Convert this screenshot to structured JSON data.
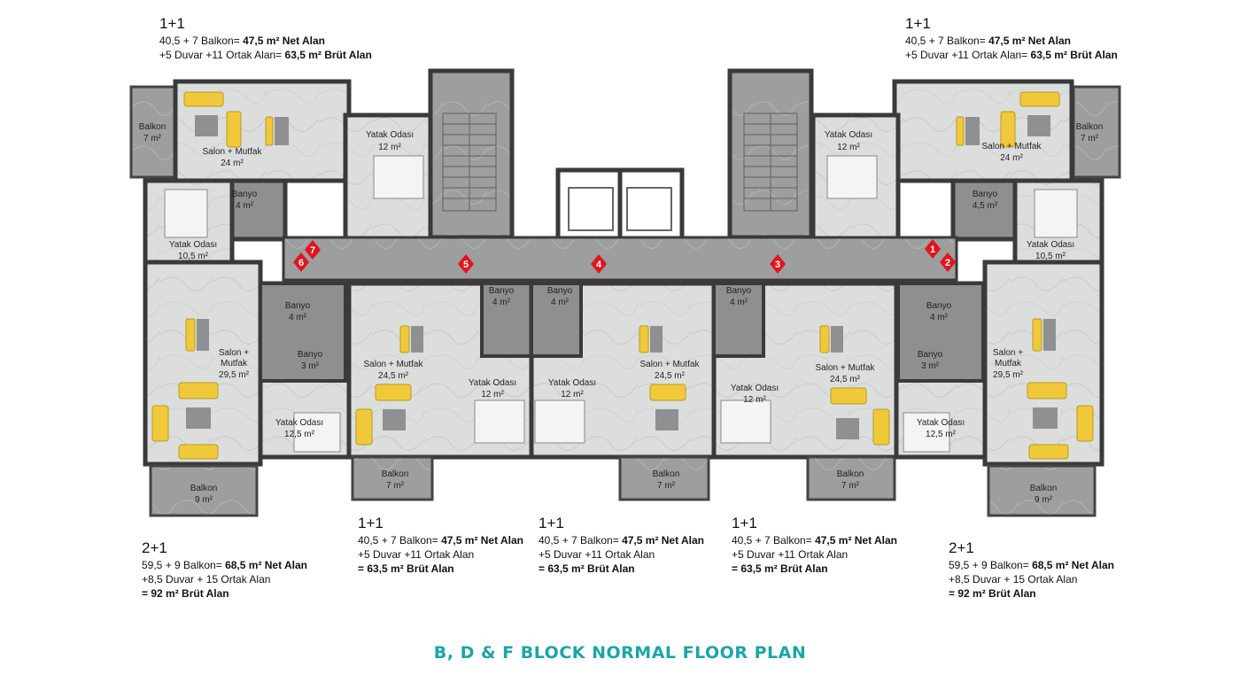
{
  "units": {
    "top_left": {
      "type": "1+1",
      "l1a": "40,5 + 7 Balkon= ",
      "l1b": "47,5 m² Net Alan",
      "l2a": "+5 Duvar +11 Ortak Alan= ",
      "l2b": "63,5 m² Brüt Alan"
    },
    "top_right": {
      "type": "1+1",
      "l1a": "40,5 + 7 Balkon= ",
      "l1b": "47,5 m² Net Alan",
      "l2a": "+5 Duvar +11 Ortak Alan= ",
      "l2b": "63,5 m² Brüt Alan"
    },
    "bottom_left": {
      "type": "2+1",
      "l1a": "59,5 + 9 Balkon= ",
      "l1b": "68,5 m² Net Alan",
      "l2": "+8,5 Duvar + 15 Ortak Alan",
      "l3": "= 92 m² Brüt Alan"
    },
    "bottom_mid1": {
      "type": "1+1",
      "l1a": "40,5 + 7 Balkon= ",
      "l1b": "47,5 m² Net Alan",
      "l2": "+5 Duvar +11 Ortak Alan",
      "l3": "= 63,5 m² Brüt Alan"
    },
    "bottom_mid2": {
      "type": "1+1",
      "l1a": "40,5 + 7 Balkon= ",
      "l1b": "47,5 m² Net Alan",
      "l2": "+5 Duvar +11 Ortak Alan",
      "l3": "= 63,5 m² Brüt Alan"
    },
    "bottom_mid3": {
      "type": "1+1",
      "l1a": "40,5 + 7 Balkon= ",
      "l1b": "47,5 m² Net Alan",
      "l2": "+5 Duvar +11 Ortak Alan",
      "l3": "= 63,5 m² Brüt Alan"
    },
    "bottom_right": {
      "type": "2+1",
      "l1a": "59,5 + 9 Balkon= ",
      "l1b": "68,5 m² Net Alan",
      "l2": "+8,5 Duvar + 15 Ortak Alan",
      "l3": "= 92 m² Brüt Alan"
    }
  },
  "rooms": {
    "tl_balkon": {
      "name": "Balkon",
      "area": "7 m²"
    },
    "tl_salon": {
      "name": "Salon + Mutfak",
      "area": "24 m²"
    },
    "tl_yatak": {
      "name": "Yatak Odası",
      "area": "12 m²"
    },
    "tl_banyo": {
      "name": "Banyo",
      "area": "4 m²"
    },
    "tr_balkon": {
      "name": "Balkon",
      "area": "7 m²"
    },
    "tr_salon": {
      "name": "Salon + Mutfak",
      "area": "24 m²"
    },
    "tr_yatak": {
      "name": "Yatak Odası",
      "area": "12 m²"
    },
    "tr_banyo": {
      "name": "Banyo",
      "area": "4,5 m²"
    },
    "l_yatak": {
      "name": "Yatak Odası",
      "area": "10,5 m²"
    },
    "r_yatak": {
      "name": "Yatak Odası",
      "area": "10,5 m²"
    },
    "bl_salon_1": "Salon +",
    "bl_salon_2": "Mutfak",
    "bl_salon_area": "29,5 m²",
    "bl_banyo1": {
      "name": "Banyo",
      "area": "4 m²"
    },
    "bl_banyo2": {
      "name": "Banyo",
      "area": "3 m²"
    },
    "bl_yatak": {
      "name": "Yatak Odası",
      "area": "12,5 m²"
    },
    "bl_balkon": {
      "name": "Balkon",
      "area": "9 m²"
    },
    "m1_salon": {
      "name": "Salon + Mutfak",
      "area": "24,5 m²"
    },
    "m1_balkon": {
      "name": "Balkon",
      "area": "7 m²"
    },
    "m1_banyo": {
      "name": "Banyo",
      "area": "4 m²"
    },
    "m1_yatak": {
      "name": "Yatak Odası",
      "area": "12 m²"
    },
    "m2_banyo": {
      "name": "Banyo",
      "area": "4 m²"
    },
    "m2_yatak": {
      "name": "Yatak Odası",
      "area": "12 m²"
    },
    "m2_salon": {
      "name": "Salon + Mutfak",
      "area": "24,5 m²"
    },
    "m2_balkon": {
      "name": "Balkon",
      "area": "7 m²"
    },
    "m3_banyo": {
      "name": "Banyo",
      "area": "4 m²"
    },
    "m3_yatak": {
      "name": "Yatak Odası",
      "area": "12 m²"
    },
    "m3_salon": {
      "name": "Salon + Mutfak",
      "area": "24,5 m²"
    },
    "m3_balkon": {
      "name": "Balkon",
      "area": "7 m²"
    },
    "br_banyo1": {
      "name": "Banyo",
      "area": "4 m²"
    },
    "br_banyo2": {
      "name": "Banyo",
      "area": "3 m²"
    },
    "br_yatak": {
      "name": "Yatak Odası",
      "area": "12,5 m²"
    },
    "br_salon_1": "Salon +",
    "br_salon_2": "Mutfak",
    "br_salon_area": "29,5 m²",
    "br_balkon": {
      "name": "Balkon",
      "area": "9 m²"
    }
  },
  "markers": [
    "1",
    "2",
    "3",
    "4",
    "5",
    "6",
    "7"
  ],
  "colors": {
    "title": "#1aa6a6",
    "marker": "#e3141e",
    "sofa": "#f0c93a",
    "marble": "#d9dbdb",
    "corridor": "#9c9d9d",
    "wall": "#3a3a3a"
  },
  "title": "B, D & F BLOCK NORMAL FLOOR PLAN"
}
